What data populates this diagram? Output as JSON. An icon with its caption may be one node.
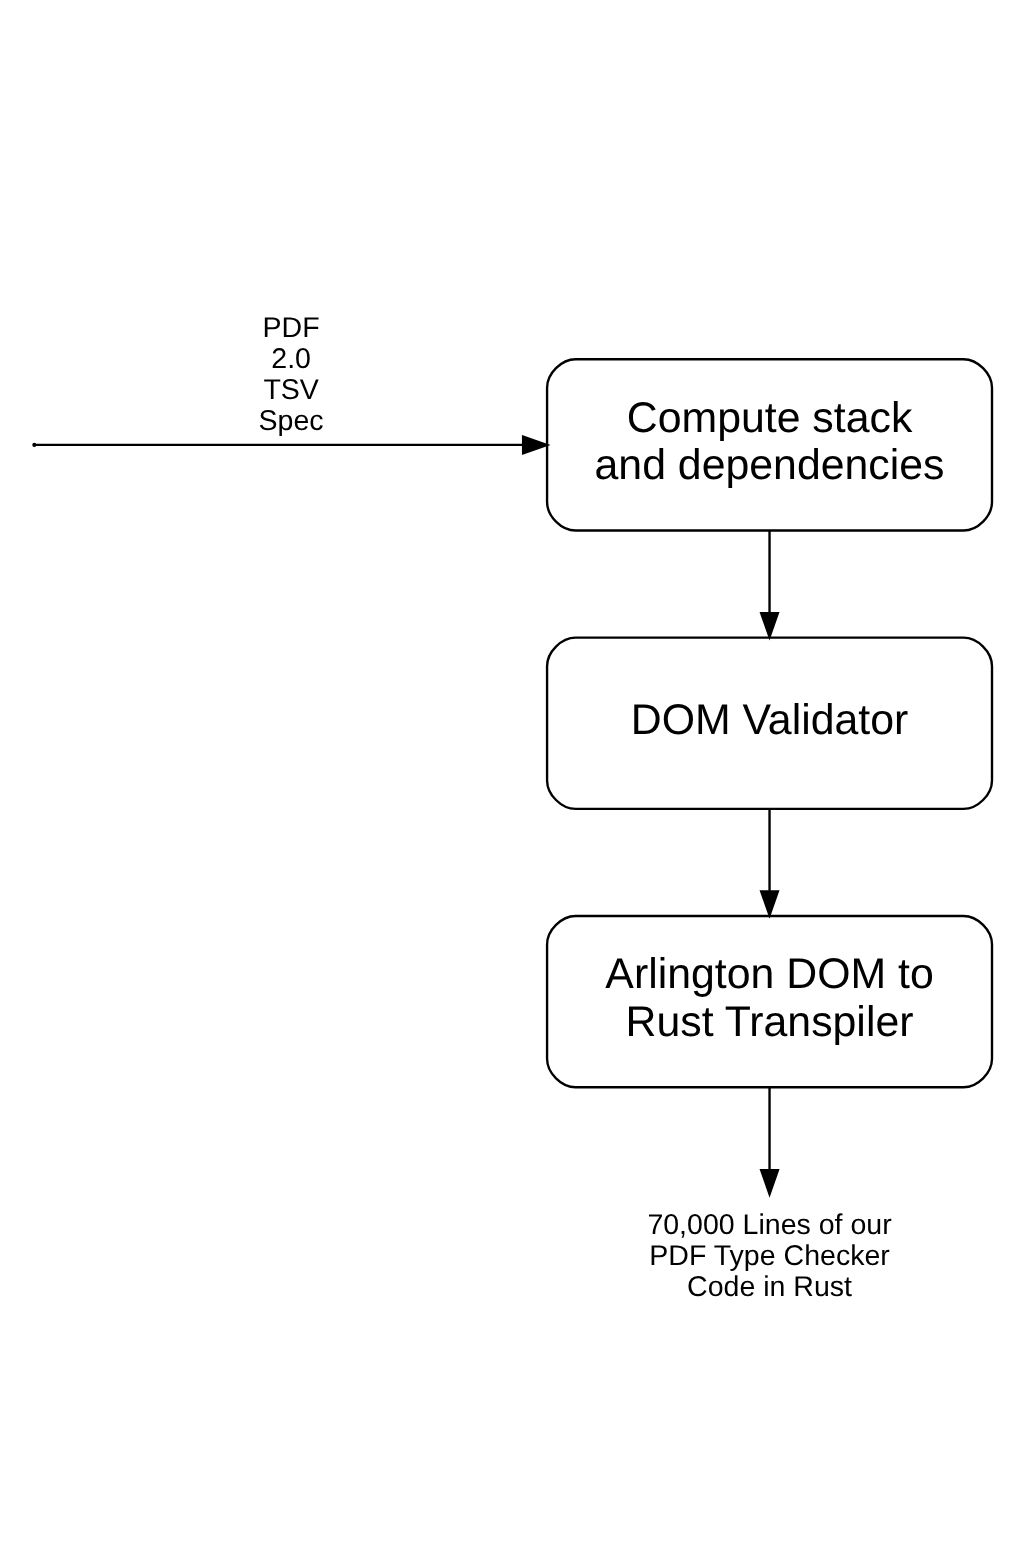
{
  "diagram": {
    "nodes": [
      {
        "text": [
          "Compute stack and dependencies"
        ]
      },
      {
        "text": [
          "DOM Validator"
        ]
      },
      {
        "text": [
          "Arlington DOM to Rust Transpiler"
        ]
      },
      {
        "text": [
          "70,000 Lines of our PDF Type Checker Code in Rust"
        ]
      }
    ],
    "edges": [
      {
        "from": null,
        "to": 0,
        "arrow": "to",
        "label": "PDF 2.0 TSV Spec"
      },
      {
        "from": 0,
        "to": 1,
        "arrow": "to"
      },
      {
        "from": 1,
        "to": 2,
        "arrow": "to"
      },
      {
        "from": 2,
        "to": 3,
        "arrow": "to"
      }
    ]
  }
}
